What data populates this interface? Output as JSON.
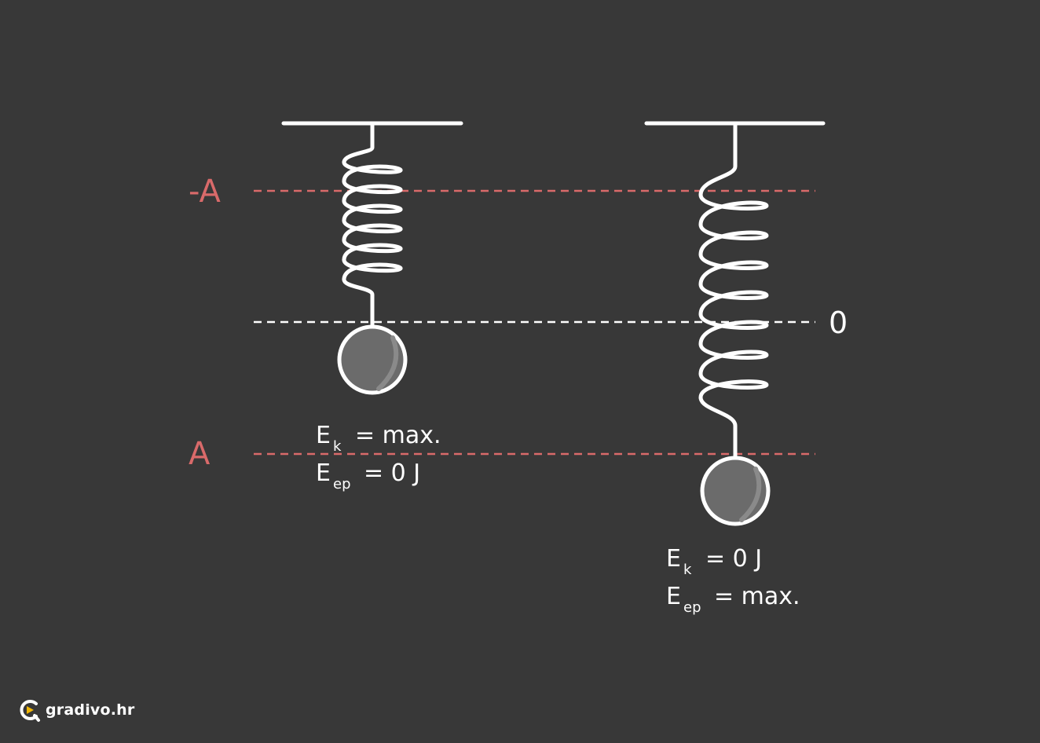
{
  "labels": {
    "minus_a": "-A",
    "plus_a": "A",
    "zero": "0"
  },
  "left_mass": {
    "ek_symbol": "E",
    "ek_sub": "k",
    "ek_value": "= max.",
    "ep_symbol": "E",
    "ep_sub": "ep",
    "ep_value": "= 0 J"
  },
  "right_mass": {
    "ek_symbol": "E",
    "ek_sub": "k",
    "ek_value": "= 0 J",
    "ep_symbol": "E",
    "ep_sub": "ep",
    "ep_value": "= max."
  },
  "brand": {
    "name": "gradivo.hr"
  },
  "colors": {
    "background": "#383838",
    "stroke": "#ffffff",
    "amplitude_line": "#d96a6a",
    "mass_fill": "#6b6b6b",
    "mass_shade": "#8a8a8a",
    "brand_accent": "#f2b705"
  }
}
